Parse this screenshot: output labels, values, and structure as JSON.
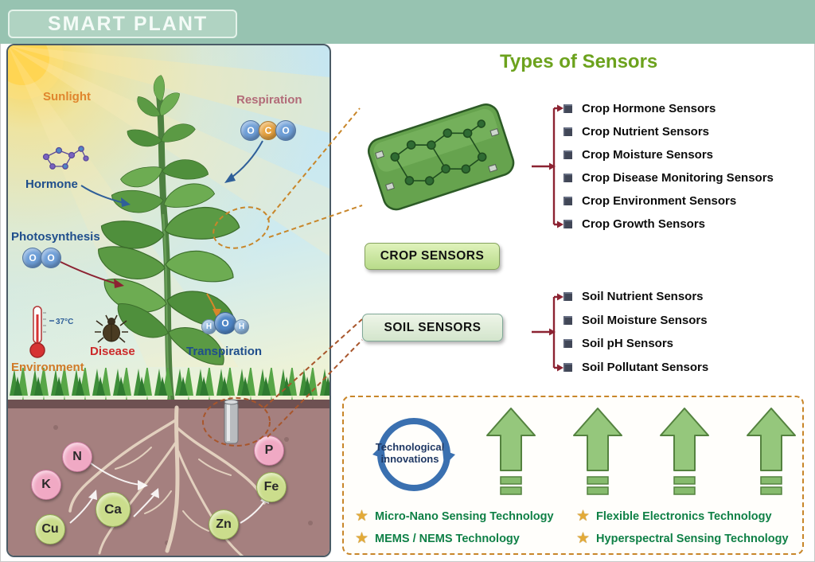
{
  "header": {
    "title": "SMART PLANT"
  },
  "left_panel": {
    "labels": {
      "sunlight": "Sunlight",
      "respiration": "Respiration",
      "hormone": "Hormone",
      "photosynthesis": "Photosynthesis",
      "environment": "Environment",
      "disease": "Disease",
      "transpiration": "Transpiration"
    },
    "temperature": "37°C",
    "molecules": {
      "co2": [
        "O",
        "C",
        "O"
      ],
      "o2": [
        "O",
        "O"
      ],
      "h2o": [
        "H",
        "O",
        "H"
      ]
    },
    "nutrients": [
      {
        "symbol": "N",
        "color": "pink"
      },
      {
        "symbol": "K",
        "color": "pink"
      },
      {
        "symbol": "Ca",
        "color": "green"
      },
      {
        "symbol": "Cu",
        "color": "green"
      },
      {
        "symbol": "P",
        "color": "pink"
      },
      {
        "symbol": "Fe",
        "color": "green"
      },
      {
        "symbol": "Zn",
        "color": "green"
      }
    ]
  },
  "right_panel": {
    "title": "Types of Sensors",
    "crop_sensors": {
      "button_label": "CROP SENSORS",
      "items": [
        "Crop Hormone Sensors",
        "Crop Nutrient Sensors",
        "Crop Moisture Sensors",
        "Crop Disease Monitoring Sensors",
        "Crop Environment Sensors",
        "Crop Growth Sensors"
      ]
    },
    "soil_sensors": {
      "button_label": "SOIL SENSORS",
      "items": [
        "Soil Nutrient Sensors",
        "Soil Moisture Sensors",
        "Soil pH Sensors",
        "Soil Pollutant Sensors"
      ]
    },
    "innovation_box": {
      "circle_label": "Technological innovations",
      "technologies": [
        "Micro-Nano Sensing Technology",
        "Flexible Electronics Technology",
        "MEMS / NEMS Technology",
        "Hyperspectral Sensing Technology"
      ]
    }
  },
  "colors": {
    "banner": "#97c3b1",
    "title_green": "#6ca21d",
    "bracket_red": "#8c2332",
    "dashed_orange": "#c8862a",
    "arrow_green": "#95c77c",
    "star_gold": "#e3aa38",
    "tech_green": "#0f8046"
  }
}
